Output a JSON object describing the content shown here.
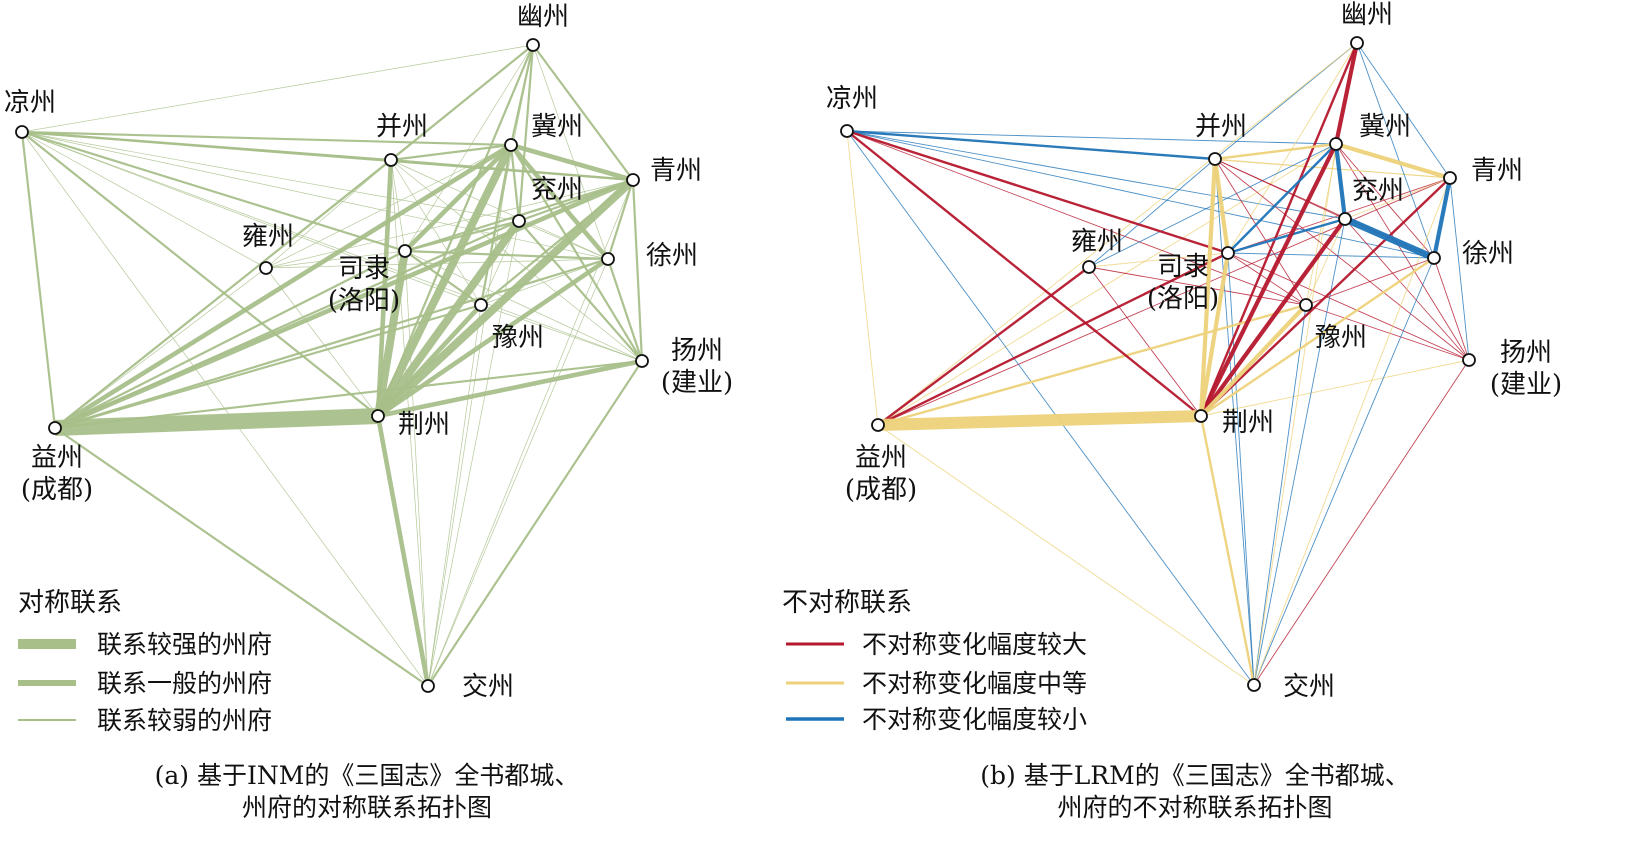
{
  "panels": [
    {
      "id": "a",
      "legend": {
        "title": "对称联系",
        "items": [
          {
            "label": "联系较强的州府",
            "color": "#a8bf8a",
            "level": "strong"
          },
          {
            "label": "联系一般的州府",
            "color": "#a8bf8a",
            "level": "medium"
          },
          {
            "label": "联系较弱的州府",
            "color": "#a8bf8a",
            "level": "weak"
          }
        ]
      },
      "caption": [
        "(a) 基于INM的《三国志》全书都城、",
        "州府的对称联系拓扑图"
      ],
      "nodes": [
        {
          "id": "youzhou",
          "label": [
            "幽州"
          ]
        },
        {
          "id": "liangzhou",
          "label": [
            "凉州"
          ]
        },
        {
          "id": "bingzhou",
          "label": [
            "并州"
          ]
        },
        {
          "id": "jizhou",
          "label": [
            "冀州"
          ]
        },
        {
          "id": "qingzhou",
          "label": [
            "青州"
          ]
        },
        {
          "id": "yanzhou",
          "label": [
            "兖州"
          ]
        },
        {
          "id": "yongzhou",
          "label": [
            "雍州"
          ]
        },
        {
          "id": "sili",
          "label": [
            "司隶",
            "(洛阳)"
          ]
        },
        {
          "id": "xuzhou",
          "label": [
            "徐州"
          ]
        },
        {
          "id": "yuzhou",
          "label": [
            "豫州"
          ]
        },
        {
          "id": "yangzhou",
          "label": [
            "扬州",
            "(建业)"
          ]
        },
        {
          "id": "yizhou",
          "label": [
            "益州",
            "(成都)"
          ]
        },
        {
          "id": "jingzhou",
          "label": [
            "荆州"
          ]
        },
        {
          "id": "jiaozhou",
          "label": [
            "交州"
          ]
        }
      ]
    },
    {
      "id": "b",
      "legend": {
        "title": "不对称联系",
        "items": [
          {
            "label": "不对称变化幅度较大",
            "color": "#b5172d",
            "level": "large"
          },
          {
            "label": "不对称变化幅度中等",
            "color": "#edd27a",
            "level": "medium"
          },
          {
            "label": "不对称变化幅度较小",
            "color": "#1f74b8",
            "level": "small"
          }
        ]
      },
      "caption": [
        "(b) 基于LRM的《三国志》全书都城、",
        "州府的不对称联系拓扑图"
      ],
      "nodes": [
        {
          "id": "youzhou",
          "label": [
            "幽州"
          ]
        },
        {
          "id": "liangzhou",
          "label": [
            "凉州"
          ]
        },
        {
          "id": "bingzhou",
          "label": [
            "并州"
          ]
        },
        {
          "id": "jizhou",
          "label": [
            "冀州"
          ]
        },
        {
          "id": "qingzhou",
          "label": [
            "青州"
          ]
        },
        {
          "id": "yanzhou",
          "label": [
            "兖州"
          ]
        },
        {
          "id": "yongzhou",
          "label": [
            "雍州"
          ]
        },
        {
          "id": "sili",
          "label": [
            "司隶",
            "(洛阳)"
          ]
        },
        {
          "id": "xuzhou",
          "label": [
            "徐州"
          ]
        },
        {
          "id": "yuzhou",
          "label": [
            "豫州"
          ]
        },
        {
          "id": "yangzhou",
          "label": [
            "扬州",
            "(建业)"
          ]
        },
        {
          "id": "yizhou",
          "label": [
            "益州",
            "(成都)"
          ]
        },
        {
          "id": "jingzhou",
          "label": [
            "荆州"
          ]
        },
        {
          "id": "jiaozhou",
          "label": [
            "交州"
          ]
        }
      ]
    }
  ],
  "edges_a": [
    [
      "yizhou",
      "jingzhou",
      5
    ],
    [
      "jingzhou",
      "jizhou",
      4
    ],
    [
      "jingzhou",
      "yanzhou",
      4
    ],
    [
      "jingzhou",
      "qingzhou",
      4
    ],
    [
      "jingzhou",
      "sili",
      4
    ],
    [
      "jingzhou",
      "yuzhou",
      3
    ],
    [
      "jingzhou",
      "xuzhou",
      3
    ],
    [
      "jingzhou",
      "bingzhou",
      3
    ],
    [
      "jingzhou",
      "yangzhou",
      3
    ],
    [
      "jingzhou",
      "jiaozhou",
      3
    ],
    [
      "yizhou",
      "jizhou",
      3
    ],
    [
      "yizhou",
      "qingzhou",
      3
    ],
    [
      "yizhou",
      "yanzhou",
      2
    ],
    [
      "yizhou",
      "sili",
      2
    ],
    [
      "yizhou",
      "xuzhou",
      2
    ],
    [
      "yizhou",
      "yuzhou",
      2
    ],
    [
      "yizhou",
      "bingzhou",
      2
    ],
    [
      "yizhou",
      "liangzhou",
      2
    ],
    [
      "yizhou",
      "yangzhou",
      2
    ],
    [
      "yizhou",
      "jiaozhou",
      2
    ],
    [
      "jizhou",
      "qingzhou",
      3
    ],
    [
      "jizhou",
      "xuzhou",
      3
    ],
    [
      "jizhou",
      "yanzhou",
      2
    ],
    [
      "jizhou",
      "sili",
      3
    ],
    [
      "jizhou",
      "bingzhou",
      2
    ],
    [
      "jizhou",
      "youzhou",
      2
    ],
    [
      "jizhou",
      "yuzhou",
      2
    ],
    [
      "jizhou",
      "yangzhou",
      2
    ],
    [
      "qingzhou",
      "xuzhou",
      2
    ],
    [
      "qingzhou",
      "yanzhou",
      2
    ],
    [
      "qingzhou",
      "sili",
      2
    ],
    [
      "qingzhou",
      "yangzhou",
      2
    ],
    [
      "qingzhou",
      "yuzhou",
      2
    ],
    [
      "qingzhou",
      "bingzhou",
      2
    ],
    [
      "sili",
      "yanzhou",
      2
    ],
    [
      "sili",
      "xuzhou",
      2
    ],
    [
      "sili",
      "yuzhou",
      2
    ],
    [
      "sili",
      "bingzhou",
      1
    ],
    [
      "sili",
      "yongzhou",
      1
    ],
    [
      "sili",
      "liangzhou",
      2
    ],
    [
      "sili",
      "yangzhou",
      1
    ],
    [
      "liangzhou",
      "bingzhou",
      2
    ],
    [
      "liangzhou",
      "jizhou",
      2
    ],
    [
      "liangzhou",
      "qingzhou",
      2
    ],
    [
      "liangzhou",
      "jingzhou",
      2
    ],
    [
      "liangzhou",
      "yanzhou",
      1
    ],
    [
      "liangzhou",
      "xuzhou",
      1
    ],
    [
      "liangzhou",
      "yuzhou",
      1
    ],
    [
      "liangzhou",
      "yongzhou",
      1
    ],
    [
      "liangzhou",
      "youzhou",
      1
    ],
    [
      "liangzhou",
      "yangzhou",
      1
    ],
    [
      "liangzhou",
      "jiaozhou",
      1
    ],
    [
      "youzhou",
      "qingzhou",
      2
    ],
    [
      "youzhou",
      "yanzhou",
      2
    ],
    [
      "youzhou",
      "bingzhou",
      2
    ],
    [
      "youzhou",
      "sili",
      1
    ],
    [
      "youzhou",
      "jingzhou",
      2
    ],
    [
      "youzhou",
      "xuzhou",
      1
    ],
    [
      "youzhou",
      "yuzhou",
      1
    ],
    [
      "youzhou",
      "yizhou",
      1
    ],
    [
      "yangzhou",
      "xuzhou",
      2
    ],
    [
      "yangzhou",
      "yanzhou",
      2
    ],
    [
      "yangzhou",
      "yuzhou",
      1
    ],
    [
      "yangzhou",
      "bingzhou",
      1
    ],
    [
      "yangzhou",
      "jiaozhou",
      2
    ],
    [
      "xuzhou",
      "yanzhou",
      1
    ],
    [
      "xuzhou",
      "yuzhou",
      1
    ],
    [
      "xuzhou",
      "bingzhou",
      1
    ],
    [
      "yuzhou",
      "yanzhou",
      1
    ],
    [
      "yuzhou",
      "bingzhou",
      1
    ],
    [
      "yongzhou",
      "bingzhou",
      1
    ],
    [
      "yongzhou",
      "jizhou",
      1
    ],
    [
      "yongzhou",
      "qingzhou",
      1
    ],
    [
      "yongzhou",
      "xuzhou",
      1
    ],
    [
      "yongzhou",
      "jingzhou",
      1
    ],
    [
      "yongzhou",
      "yizhou",
      1
    ],
    [
      "jiaozhou",
      "yuzhou",
      1
    ],
    [
      "jiaozhou",
      "yanzhou",
      1
    ],
    [
      "jiaozhou",
      "xuzhou",
      1
    ],
    [
      "jiaozhou",
      "jizhou",
      1
    ],
    [
      "jiaozhou",
      "sili",
      1
    ],
    [
      "jiaozhou",
      "qingzhou",
      1
    ],
    [
      "jiaozhou",
      "bingzhou",
      1
    ]
  ],
  "edges_b": [
    [
      "yizhou",
      "jingzhou",
      "y",
      5
    ],
    [
      "jingzhou",
      "jizhou",
      "r",
      3
    ],
    [
      "jingzhou",
      "yanzhou",
      "r",
      3
    ],
    [
      "jingzhou",
      "qingzhou",
      "r",
      2
    ],
    [
      "jingzhou",
      "youzhou",
      "r",
      2
    ],
    [
      "jingzhou",
      "yuzhou",
      "y",
      3
    ],
    [
      "jingzhou",
      "sili",
      "y",
      3
    ],
    [
      "jingzhou",
      "bingzhou",
      "y",
      3
    ],
    [
      "jingzhou",
      "xuzhou",
      "y",
      2
    ],
    [
      "jingzhou",
      "jiaozhou",
      "y",
      2
    ],
    [
      "jingzhou",
      "yangzhou",
      "y",
      1
    ],
    [
      "yizhou",
      "sili",
      "r",
      2
    ],
    [
      "yizhou",
      "yongzhou",
      "r",
      2
    ],
    [
      "yizhou",
      "liangzhou",
      "y",
      1
    ],
    [
      "yizhou",
      "yuzhou",
      "y",
      2
    ],
    [
      "yizhou",
      "jizhou",
      "y",
      1
    ],
    [
      "yizhou",
      "qingzhou",
      "r",
      1
    ],
    [
      "yizhou",
      "jiaozhou",
      "y",
      1
    ],
    [
      "jizhou",
      "qingzhou",
      "y",
      3
    ],
    [
      "jizhou",
      "yanzhou",
      "b",
      3
    ],
    [
      "jizhou",
      "sili",
      "b",
      2
    ],
    [
      "jizhou",
      "bingzhou",
      "y",
      2
    ],
    [
      "jizhou",
      "youzhou",
      "r",
      3
    ],
    [
      "jizhou",
      "xuzhou",
      "r",
      1
    ],
    [
      "jizhou",
      "yangzhou",
      "r",
      1
    ],
    [
      "yanzhou",
      "xuzhou",
      "b",
      4
    ],
    [
      "qingzhou",
      "xuzhou",
      "b",
      3
    ],
    [
      "qingzhou",
      "sili",
      "r",
      1
    ],
    [
      "qingzhou",
      "bingzhou",
      "y",
      1
    ],
    [
      "qingzhou",
      "youzhou",
      "b",
      1
    ],
    [
      "qingzhou",
      "yanzhou",
      "y",
      1
    ],
    [
      "sili",
      "bingzhou",
      "y",
      3
    ],
    [
      "sili",
      "yanzhou",
      "b",
      2
    ],
    [
      "sili",
      "xuzhou",
      "b",
      1
    ],
    [
      "sili",
      "yuzhou",
      "r",
      1
    ],
    [
      "sili",
      "yangzhou",
      "r",
      1
    ],
    [
      "liangzhou",
      "bingzhou",
      "b",
      2
    ],
    [
      "liangzhou",
      "sili",
      "r",
      2
    ],
    [
      "liangzhou",
      "jingzhou",
      "r",
      2
    ],
    [
      "liangzhou",
      "jizhou",
      "b",
      1
    ],
    [
      "liangzhou",
      "qingzhou",
      "y",
      1
    ],
    [
      "liangzhou",
      "yanzhou",
      "b",
      1
    ],
    [
      "liangzhou",
      "xuzhou",
      "b",
      1
    ],
    [
      "liangzhou",
      "yuzhou",
      "r",
      1
    ],
    [
      "liangzhou",
      "jiaozhou",
      "b",
      1
    ],
    [
      "youzhou",
      "bingzhou",
      "b",
      1
    ],
    [
      "youzhou",
      "yuzhou",
      "y",
      1
    ],
    [
      "youzhou",
      "xuzhou",
      "b",
      1
    ],
    [
      "youzhou",
      "sili",
      "y",
      1
    ],
    [
      "youzhou",
      "yizhou",
      "y",
      1
    ],
    [
      "yangzhou",
      "xuzhou",
      "r",
      1
    ],
    [
      "yangzhou",
      "yanzhou",
      "r",
      1
    ],
    [
      "yangzhou",
      "yuzhou",
      "r",
      1
    ],
    [
      "yangzhou",
      "jiaozhou",
      "r",
      1
    ],
    [
      "yangzhou",
      "bingzhou",
      "r",
      1
    ],
    [
      "yangzhou",
      "qingzhou",
      "b",
      1
    ],
    [
      "yongzhou",
      "jingzhou",
      "r",
      1
    ],
    [
      "yongzhou",
      "bingzhou",
      "b",
      1
    ],
    [
      "yongzhou",
      "sili",
      "y",
      1
    ],
    [
      "yongzhou",
      "yuzhou",
      "r",
      1
    ],
    [
      "yongzhou",
      "jizhou",
      "b",
      1
    ],
    [
      "jiaozhou",
      "yuzhou",
      "b",
      1
    ],
    [
      "jiaozhou",
      "yanzhou",
      "b",
      1
    ],
    [
      "jiaozhou",
      "xuzhou",
      "b",
      1
    ],
    [
      "jiaozhou",
      "jizhou",
      "y",
      1
    ],
    [
      "jiaozhou",
      "sili",
      "b",
      1
    ],
    [
      "jiaozhou",
      "bingzhou",
      "b",
      1
    ],
    [
      "jiaozhou",
      "qingzhou",
      "y",
      1
    ],
    [
      "xuzhou",
      "yuzhou",
      "r",
      1
    ],
    [
      "bingzhou",
      "yuzhou",
      "r",
      1
    ],
    [
      "bingzhou",
      "xuzhou",
      "r",
      1
    ],
    [
      "bingzhou",
      "yanzhou",
      "r",
      1
    ],
    [
      "yuzhou",
      "yanzhou",
      "y",
      1
    ]
  ]
}
